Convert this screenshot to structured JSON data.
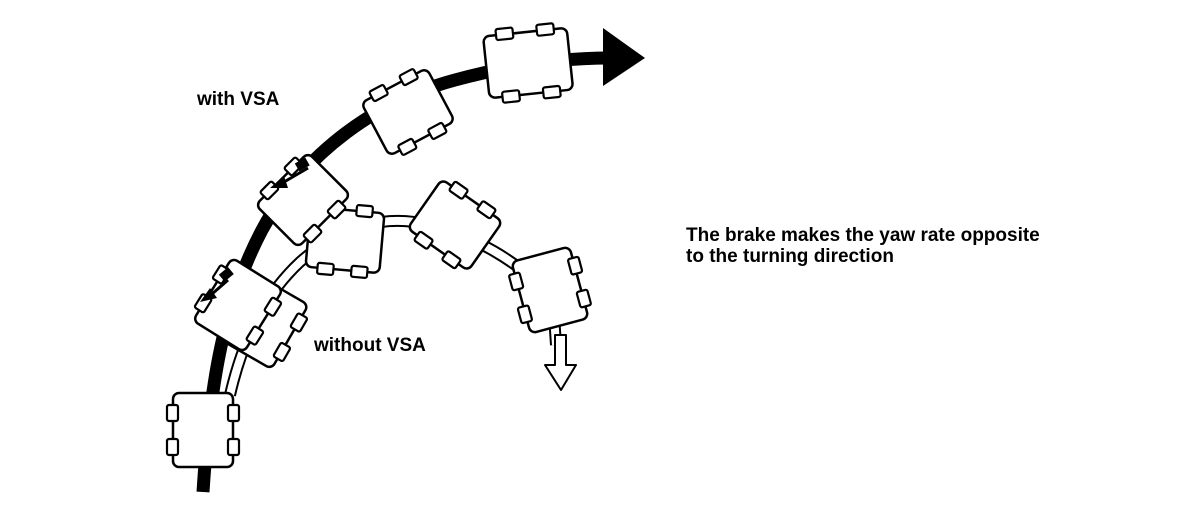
{
  "labels": {
    "with_vsa": "with VSA",
    "without_vsa": "without VSA",
    "caption_line1": "The brake makes the yaw rate opposite",
    "caption_line2": "to the turning direction"
  },
  "colors": {
    "ink": "#000000",
    "paper": "#ffffff"
  },
  "icons": {
    "path_with": "thick-black-arrow-path",
    "path_without": "hollow-outline-arrow-path",
    "car": "top-view-car-rectangle",
    "brake": "small-brake-force-arrow"
  }
}
